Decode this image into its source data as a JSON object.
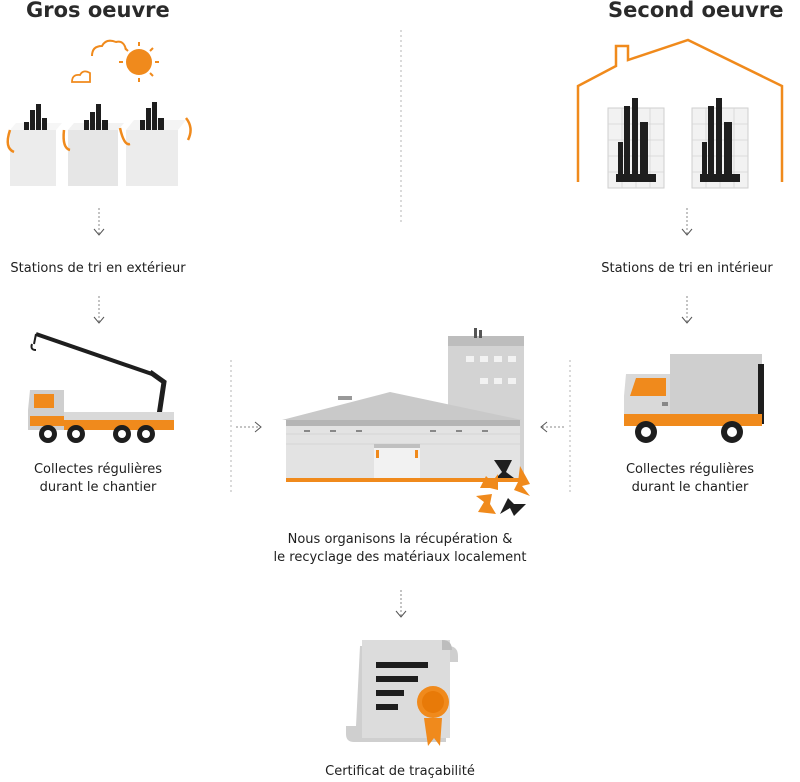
{
  "left": {
    "title": "Gros oeuvre",
    "step1": "Stations de tri en extérieur",
    "step2_line1": "Collectes régulières",
    "step2_line2": "durant le chantier"
  },
  "right": {
    "title": "Second oeuvre",
    "step1": "Stations de tri en intérieur",
    "step2_line1": "Collectes régulières",
    "step2_line2": "durant le chantier"
  },
  "center": {
    "line1": "Nous organisons la récupération &",
    "line2": "le recyclage des matériaux localement"
  },
  "final": {
    "label": "Certificat de traçabilité"
  },
  "colors": {
    "accent": "#f08a1c",
    "dark": "#1e1e1e",
    "grey": "#cfcfcf",
    "light": "#ececec"
  }
}
